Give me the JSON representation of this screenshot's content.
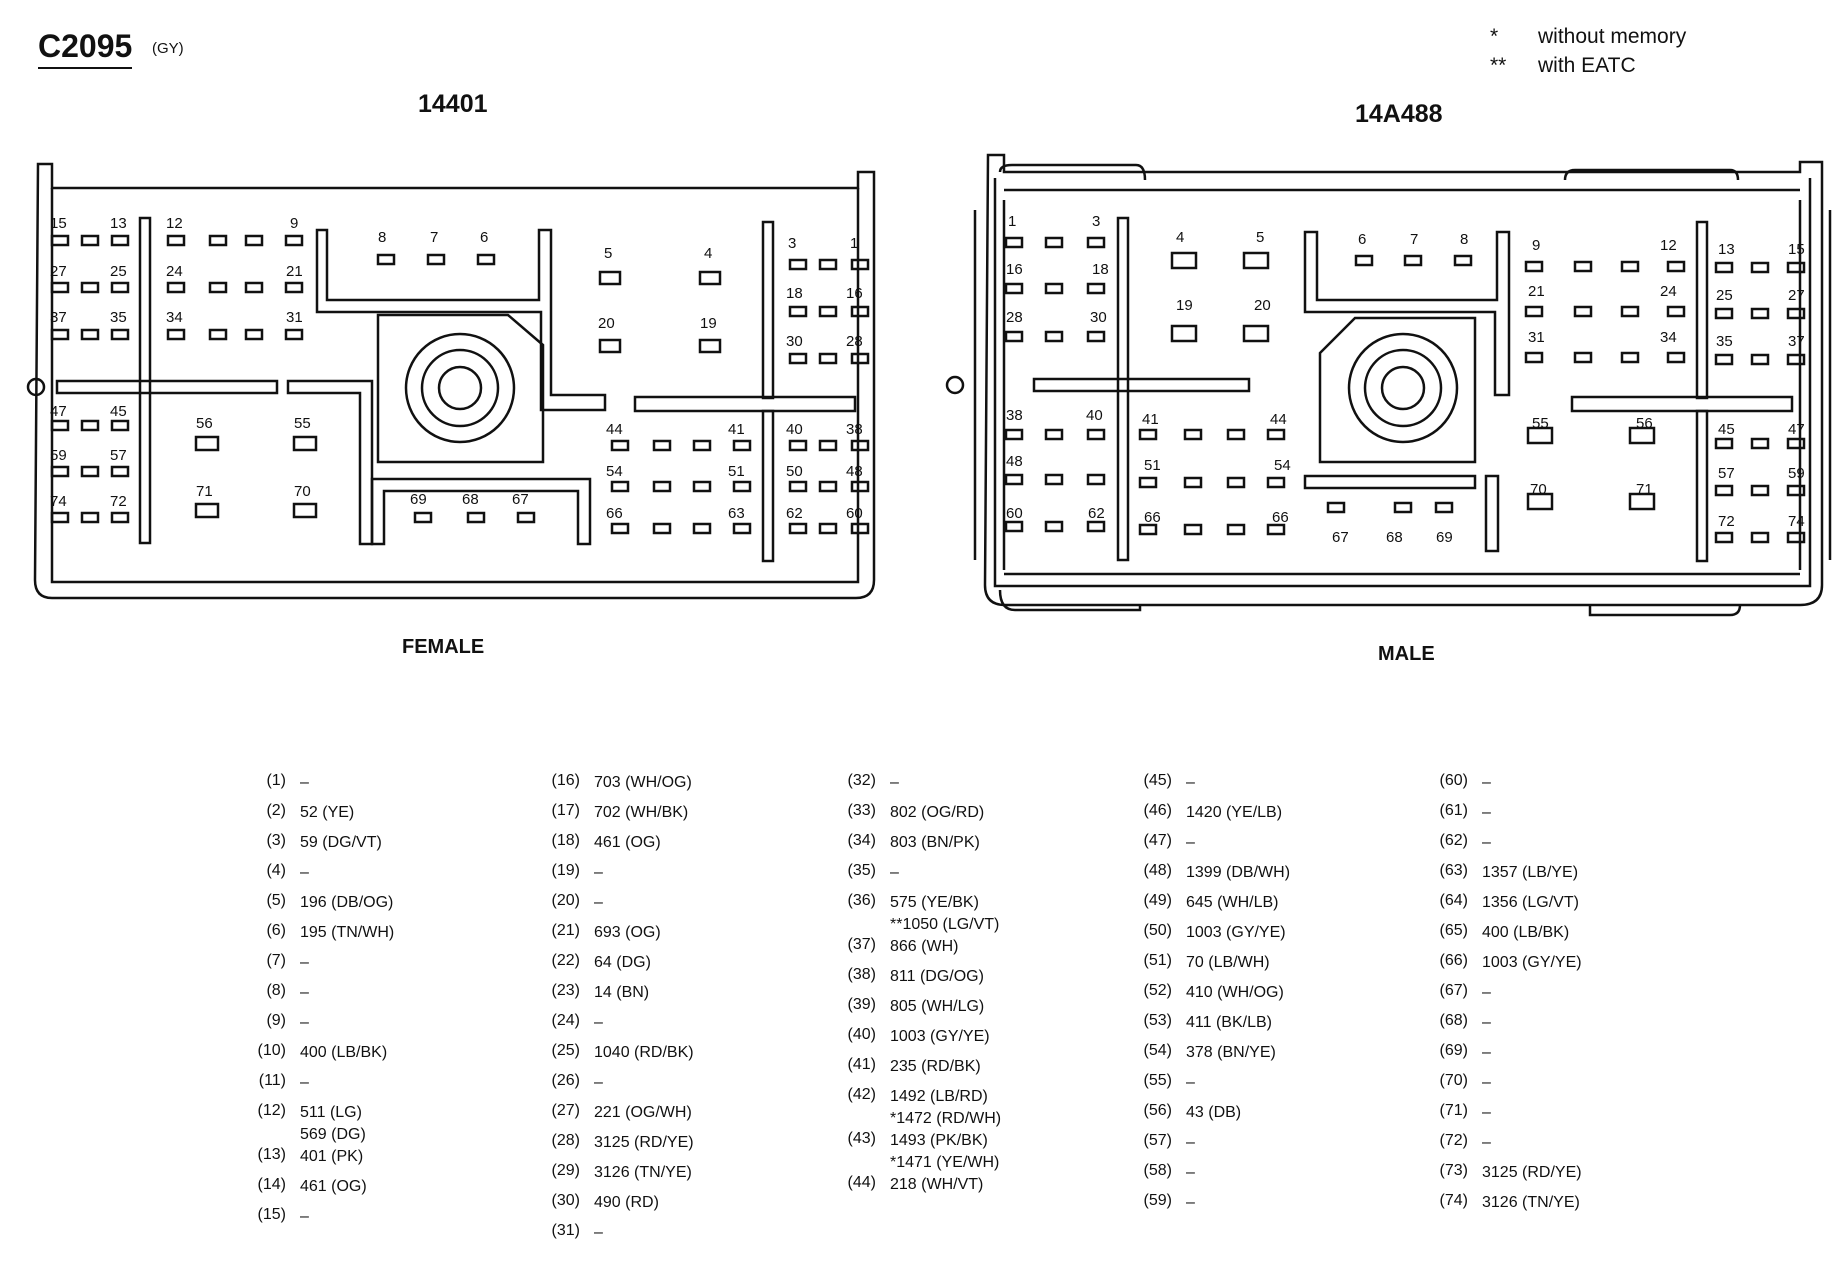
{
  "header": {
    "connector_id": "C2095",
    "connector_color": "(GY)",
    "legend": [
      {
        "symbol": "*",
        "text": "without memory"
      },
      {
        "symbol": "**",
        "text": "with EATC"
      }
    ]
  },
  "views": {
    "female": {
      "part_number": "14401",
      "label": "FEMALE"
    },
    "male": {
      "part_number": "14A488",
      "label": "MALE"
    }
  },
  "pin_table": [
    [
      {
        "pin": "(1)",
        "value": "–"
      },
      {
        "pin": "(2)",
        "value": "52 (YE)"
      },
      {
        "pin": "(3)",
        "value": "59 (DG/VT)"
      },
      {
        "pin": "(4)",
        "value": "–"
      },
      {
        "pin": "(5)",
        "value": "196 (DB/OG)"
      },
      {
        "pin": "(6)",
        "value": "195 (TN/WH)"
      },
      {
        "pin": "(7)",
        "value": "–"
      },
      {
        "pin": "(8)",
        "value": "–"
      },
      {
        "pin": "(9)",
        "value": "–"
      },
      {
        "pin": "(10)",
        "value": "400 (LB/BK)"
      },
      {
        "pin": "(11)",
        "value": "–"
      },
      {
        "pin": "(12)",
        "value": "511 (LG)",
        "value2": "569 (DG)"
      },
      {
        "pin": "(13)",
        "value": "401 (PK)"
      },
      {
        "pin": "(14)",
        "value": "461 (OG)"
      },
      {
        "pin": "(15)",
        "value": "–"
      }
    ],
    [
      {
        "pin": "(16)",
        "value": "703 (WH/OG)"
      },
      {
        "pin": "(17)",
        "value": "702 (WH/BK)"
      },
      {
        "pin": "(18)",
        "value": "461 (OG)"
      },
      {
        "pin": "(19)",
        "value": "–"
      },
      {
        "pin": "(20)",
        "value": "–"
      },
      {
        "pin": "(21)",
        "value": "693 (OG)"
      },
      {
        "pin": "(22)",
        "value": "64 (DG)"
      },
      {
        "pin": "(23)",
        "value": "14 (BN)"
      },
      {
        "pin": "(24)",
        "value": "–"
      },
      {
        "pin": "(25)",
        "value": "1040 (RD/BK)"
      },
      {
        "pin": "(26)",
        "value": "–"
      },
      {
        "pin": "(27)",
        "value": "221 (OG/WH)"
      },
      {
        "pin": "(28)",
        "value": "3125 (RD/YE)"
      },
      {
        "pin": "(29)",
        "value": "3126 (TN/YE)"
      },
      {
        "pin": "(30)",
        "value": "490 (RD)"
      },
      {
        "pin": "(31)",
        "value": "–"
      }
    ],
    [
      {
        "pin": "(32)",
        "value": "–"
      },
      {
        "pin": "(33)",
        "value": "802 (OG/RD)"
      },
      {
        "pin": "(34)",
        "value": "803 (BN/PK)"
      },
      {
        "pin": "(35)",
        "value": "–"
      },
      {
        "pin": "(36)",
        "value": "575 (YE/BK)",
        "value2": "**1050 (LG/VT)"
      },
      {
        "pin": "(37)",
        "value": "866 (WH)"
      },
      {
        "pin": "(38)",
        "value": "811 (DG/OG)"
      },
      {
        "pin": "(39)",
        "value": "805 (WH/LG)"
      },
      {
        "pin": "(40)",
        "value": "1003 (GY/YE)"
      },
      {
        "pin": "(41)",
        "value": "235 (RD/BK)"
      },
      {
        "pin": "(42)",
        "value": "1492 (LB/RD)",
        "value2": "*1472 (RD/WH)"
      },
      {
        "pin": "(43)",
        "value": "1493 (PK/BK)",
        "value2": "*1471 (YE/WH)"
      },
      {
        "pin": "(44)",
        "value": "218 (WH/VT)"
      }
    ],
    [
      {
        "pin": "(45)",
        "value": "–"
      },
      {
        "pin": "(46)",
        "value": "1420 (YE/LB)"
      },
      {
        "pin": "(47)",
        "value": "–"
      },
      {
        "pin": "(48)",
        "value": "1399 (DB/WH)"
      },
      {
        "pin": "(49)",
        "value": "645 (WH/LB)"
      },
      {
        "pin": "(50)",
        "value": "1003 (GY/YE)"
      },
      {
        "pin": "(51)",
        "value": "70 (LB/WH)"
      },
      {
        "pin": "(52)",
        "value": "410 (WH/OG)"
      },
      {
        "pin": "(53)",
        "value": "411 (BK/LB)"
      },
      {
        "pin": "(54)",
        "value": "378 (BN/YE)"
      },
      {
        "pin": "(55)",
        "value": "–"
      },
      {
        "pin": "(56)",
        "value": "43 (DB)"
      },
      {
        "pin": "(57)",
        "value": "–"
      },
      {
        "pin": "(58)",
        "value": "–"
      },
      {
        "pin": "(59)",
        "value": "–"
      }
    ],
    [
      {
        "pin": "(60)",
        "value": "–"
      },
      {
        "pin": "(61)",
        "value": "–"
      },
      {
        "pin": "(62)",
        "value": "–"
      },
      {
        "pin": "(63)",
        "value": "1357 (LB/YE)"
      },
      {
        "pin": "(64)",
        "value": "1356 (LG/VT)"
      },
      {
        "pin": "(65)",
        "value": "400 (LB/BK)"
      },
      {
        "pin": "(66)",
        "value": "1003 (GY/YE)"
      },
      {
        "pin": "(67)",
        "value": "–"
      },
      {
        "pin": "(68)",
        "value": "–"
      },
      {
        "pin": "(69)",
        "value": "–"
      },
      {
        "pin": "(70)",
        "value": "–"
      },
      {
        "pin": "(71)",
        "value": "–"
      },
      {
        "pin": "(72)",
        "value": "–"
      },
      {
        "pin": "(73)",
        "value": "3125 (RD/YE)"
      },
      {
        "pin": "(74)",
        "value": "3126 (TN/YE)"
      }
    ]
  ],
  "female_pin_labels": [
    "15",
    "13",
    "12",
    "9",
    "8",
    "7",
    "6",
    "5",
    "4",
    "3",
    "1",
    "27",
    "25",
    "24",
    "21",
    "18",
    "16",
    "37",
    "35",
    "34",
    "31",
    "20",
    "19",
    "30",
    "28",
    "47",
    "45",
    "56",
    "55",
    "44",
    "41",
    "40",
    "38",
    "59",
    "57",
    "54",
    "51",
    "50",
    "48",
    "74",
    "72",
    "71",
    "70",
    "69",
    "68",
    "67",
    "66",
    "63",
    "62",
    "60"
  ],
  "male_pin_labels": [
    "1",
    "3",
    "4",
    "5",
    "6",
    "7",
    "8",
    "9",
    "12",
    "13",
    "15",
    "16",
    "18",
    "25",
    "27",
    "28",
    "30",
    "19",
    "20",
    "21",
    "24",
    "31",
    "34",
    "35",
    "37",
    "38",
    "40",
    "41",
    "44",
    "55",
    "56",
    "45",
    "47",
    "48",
    "51",
    "54",
    "57",
    "59",
    "60",
    "62",
    "66",
    "66",
    "70",
    "71",
    "72",
    "74",
    "67",
    "68",
    "69"
  ]
}
